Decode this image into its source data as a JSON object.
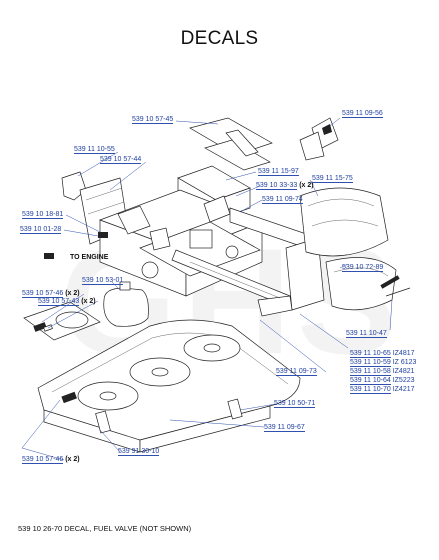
{
  "title": "DECALS",
  "watermark": "GHS",
  "footer_note": "539 10 26-70 DECAL, FUEL VALVE (NOT SHOWN)",
  "labels": {
    "p1": "539 10 57-45",
    "p2": "539 11 09-56",
    "p3": "539 11 10-55",
    "p4": "539 10 57-44",
    "p5": "539 11 15-97",
    "p6": "539 10 33-33",
    "p6_qty": "(x 2)",
    "p7": "539 11 15-75",
    "p8": "539 11 09-74",
    "p9": "539 10 18-81",
    "p10": "539 10 01-28",
    "p11": "TO ENGINE",
    "p12": "539 10 72-89",
    "p13": "539 10 53-01",
    "p14": "539 10 57-46",
    "p14_qty": "(x 2)",
    "p15": "539 10 57-43",
    "p15_qty": "(x 2)",
    "p16": "539 11 10-47",
    "p17": "539 11 10-65",
    "p17_code": "IZ4817",
    "p18": "539 11 10-59",
    "p18_code": "IZ 6123",
    "p19": "539 11 10-58",
    "p19_code": "IZ4821",
    "p20": "539 11 10-64",
    "p20_code": "IZ5223",
    "p21": "539 11 10-70",
    "p21_code": "IZ4217",
    "p22": "539 11 09-73",
    "p23": "539 10 50-71",
    "p24": "539 11 09-67",
    "p25": "539 10 57-46",
    "p25_qty": "(x 2)",
    "p26": "539 91 30-10"
  },
  "colors": {
    "label_blue": "#1f3fa0",
    "line": "#222222"
  }
}
